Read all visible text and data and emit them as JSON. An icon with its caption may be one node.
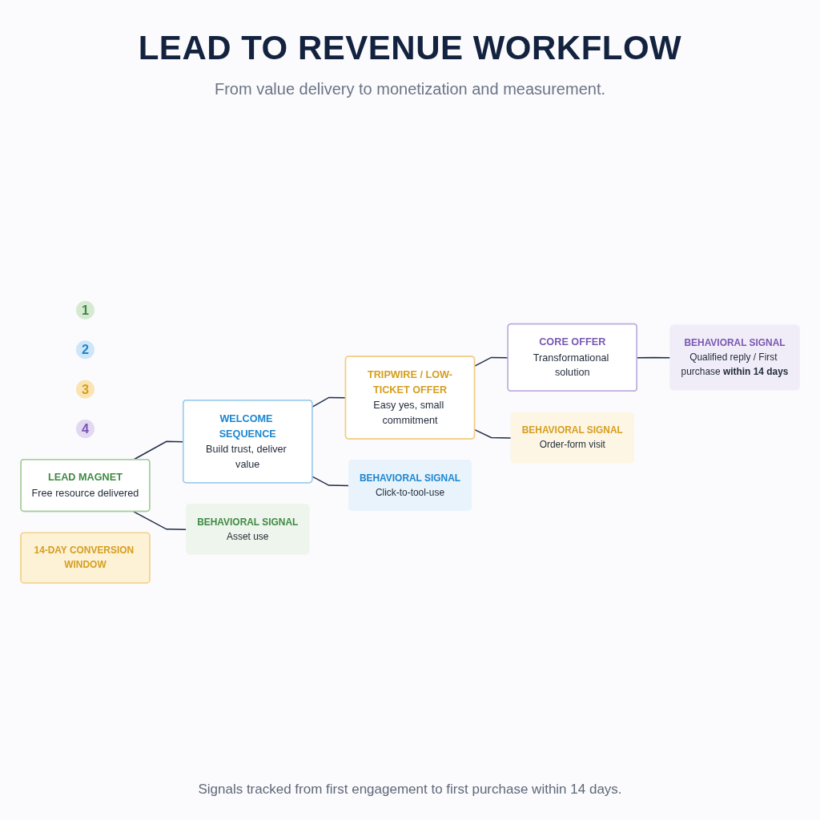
{
  "diagram": {
    "title": "LEAD TO REVENUE WORKFLOW",
    "caption": "Signals tracked from first engagement to first purchase within 14 days.",
    "nodes": [
      {
        "text": [
          "1"
        ]
      },
      {
        "text": [
          "2"
        ]
      },
      {
        "text": [
          "3"
        ]
      },
      {
        "text": [
          "4"
        ]
      },
      {
        "text": [
          "LEAD MAGNET",
          "Free resource delivered"
        ]
      },
      {
        "text": [
          "WELCOME SEQUENCE",
          "Build trust, deliver value"
        ]
      },
      {
        "text": [
          "TRIPWIRE / LOW-TICKET OFFER",
          "Easy yes, small commitment"
        ]
      },
      {
        "text": [
          "CORE OFFER",
          "Transformational solution"
        ]
      },
      {
        "text": [
          "BEHAVIORAL SIGNAL",
          "Asset use"
        ]
      },
      {
        "text": [
          "BEHAVIORAL SIGNAL",
          "Click-to-tool-use"
        ]
      },
      {
        "text": [
          "BEHAVIORAL SIGNAL",
          "Order-form visit"
        ]
      },
      {
        "text": [
          "BEHAVIORAL SIGNAL",
          "Qualified reply / First purchase **within 14 days**"
        ]
      },
      {
        "text": [
          "14-DAY CONVERSION WINDOW"
        ]
      }
    ],
    "edges": [
      {
        "from": 4,
        "to": 5,
        "arrow": "none"
      },
      {
        "from": 5,
        "to": 6,
        "arrow": "none"
      },
      {
        "from": 6,
        "to": 7,
        "arrow": "none"
      },
      {
        "from": 4,
        "to": 8,
        "arrow": "none"
      },
      {
        "from": 5,
        "to": 9,
        "arrow": "none"
      },
      {
        "from": 6,
        "to": 10,
        "arrow": "none"
      },
      {
        "from": 7,
        "to": 11,
        "arrow": "none"
      }
    ],
    "labels": [
      "From value delivery to monetization and measurement."
    ]
  }
}
